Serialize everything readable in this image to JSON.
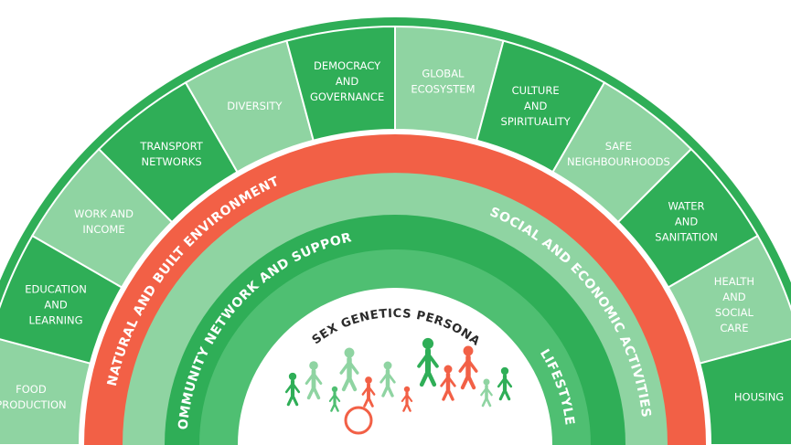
{
  "colors": {
    "dark_green": "#2fae57",
    "light_green": "#8fd4a2",
    "mid_green": "#4fbf72",
    "pale_green": "#a6dcb4",
    "red": "#f26046",
    "white": "#ffffff",
    "ink": "#2b2b2b"
  },
  "outer_segments": [
    {
      "lines": [
        "FOOD",
        "PRODUCTION"
      ],
      "shade": "light"
    },
    {
      "lines": [
        "EDUCATION",
        "AND",
        "LEARNING"
      ],
      "shade": "dark"
    },
    {
      "lines": [
        "WORK AND",
        "INCOME"
      ],
      "shade": "light"
    },
    {
      "lines": [
        "TRANSPORT",
        "NETWORKS"
      ],
      "shade": "dark"
    },
    {
      "lines": [
        "DIVERSITY"
      ],
      "shade": "light"
    },
    {
      "lines": [
        "DEMOCRACY",
        "AND",
        "GOVERNANCE"
      ],
      "shade": "dark"
    },
    {
      "lines": [
        "GLOBAL",
        "ECOSYSTEM"
      ],
      "shade": "light"
    },
    {
      "lines": [
        "CULTURE",
        "AND",
        "SPIRITUALITY"
      ],
      "shade": "dark"
    },
    {
      "lines": [
        "SAFE",
        "NEIGHBOURHOODS"
      ],
      "shade": "light"
    },
    {
      "lines": [
        "WATER",
        "AND",
        "SANITATION"
      ],
      "shade": "dark"
    },
    {
      "lines": [
        "HEALTH",
        "AND",
        "SOCIAL",
        "CARE"
      ],
      "shade": "light"
    },
    {
      "lines": [
        "HOUSING"
      ],
      "shade": "dark"
    }
  ],
  "rings": {
    "natural": "NATURAL AND BUILT ENVIRONMENT",
    "social": "SOCIAL AND ECONOMIC ACTIVITIES",
    "community": "COMMUNITY NETWORK AND SUPPORT",
    "lifestyle": "LIFESTYLE",
    "core": "AGE SEX GENETICS PERSONALITY"
  },
  "people_icon": "people-group-icon"
}
